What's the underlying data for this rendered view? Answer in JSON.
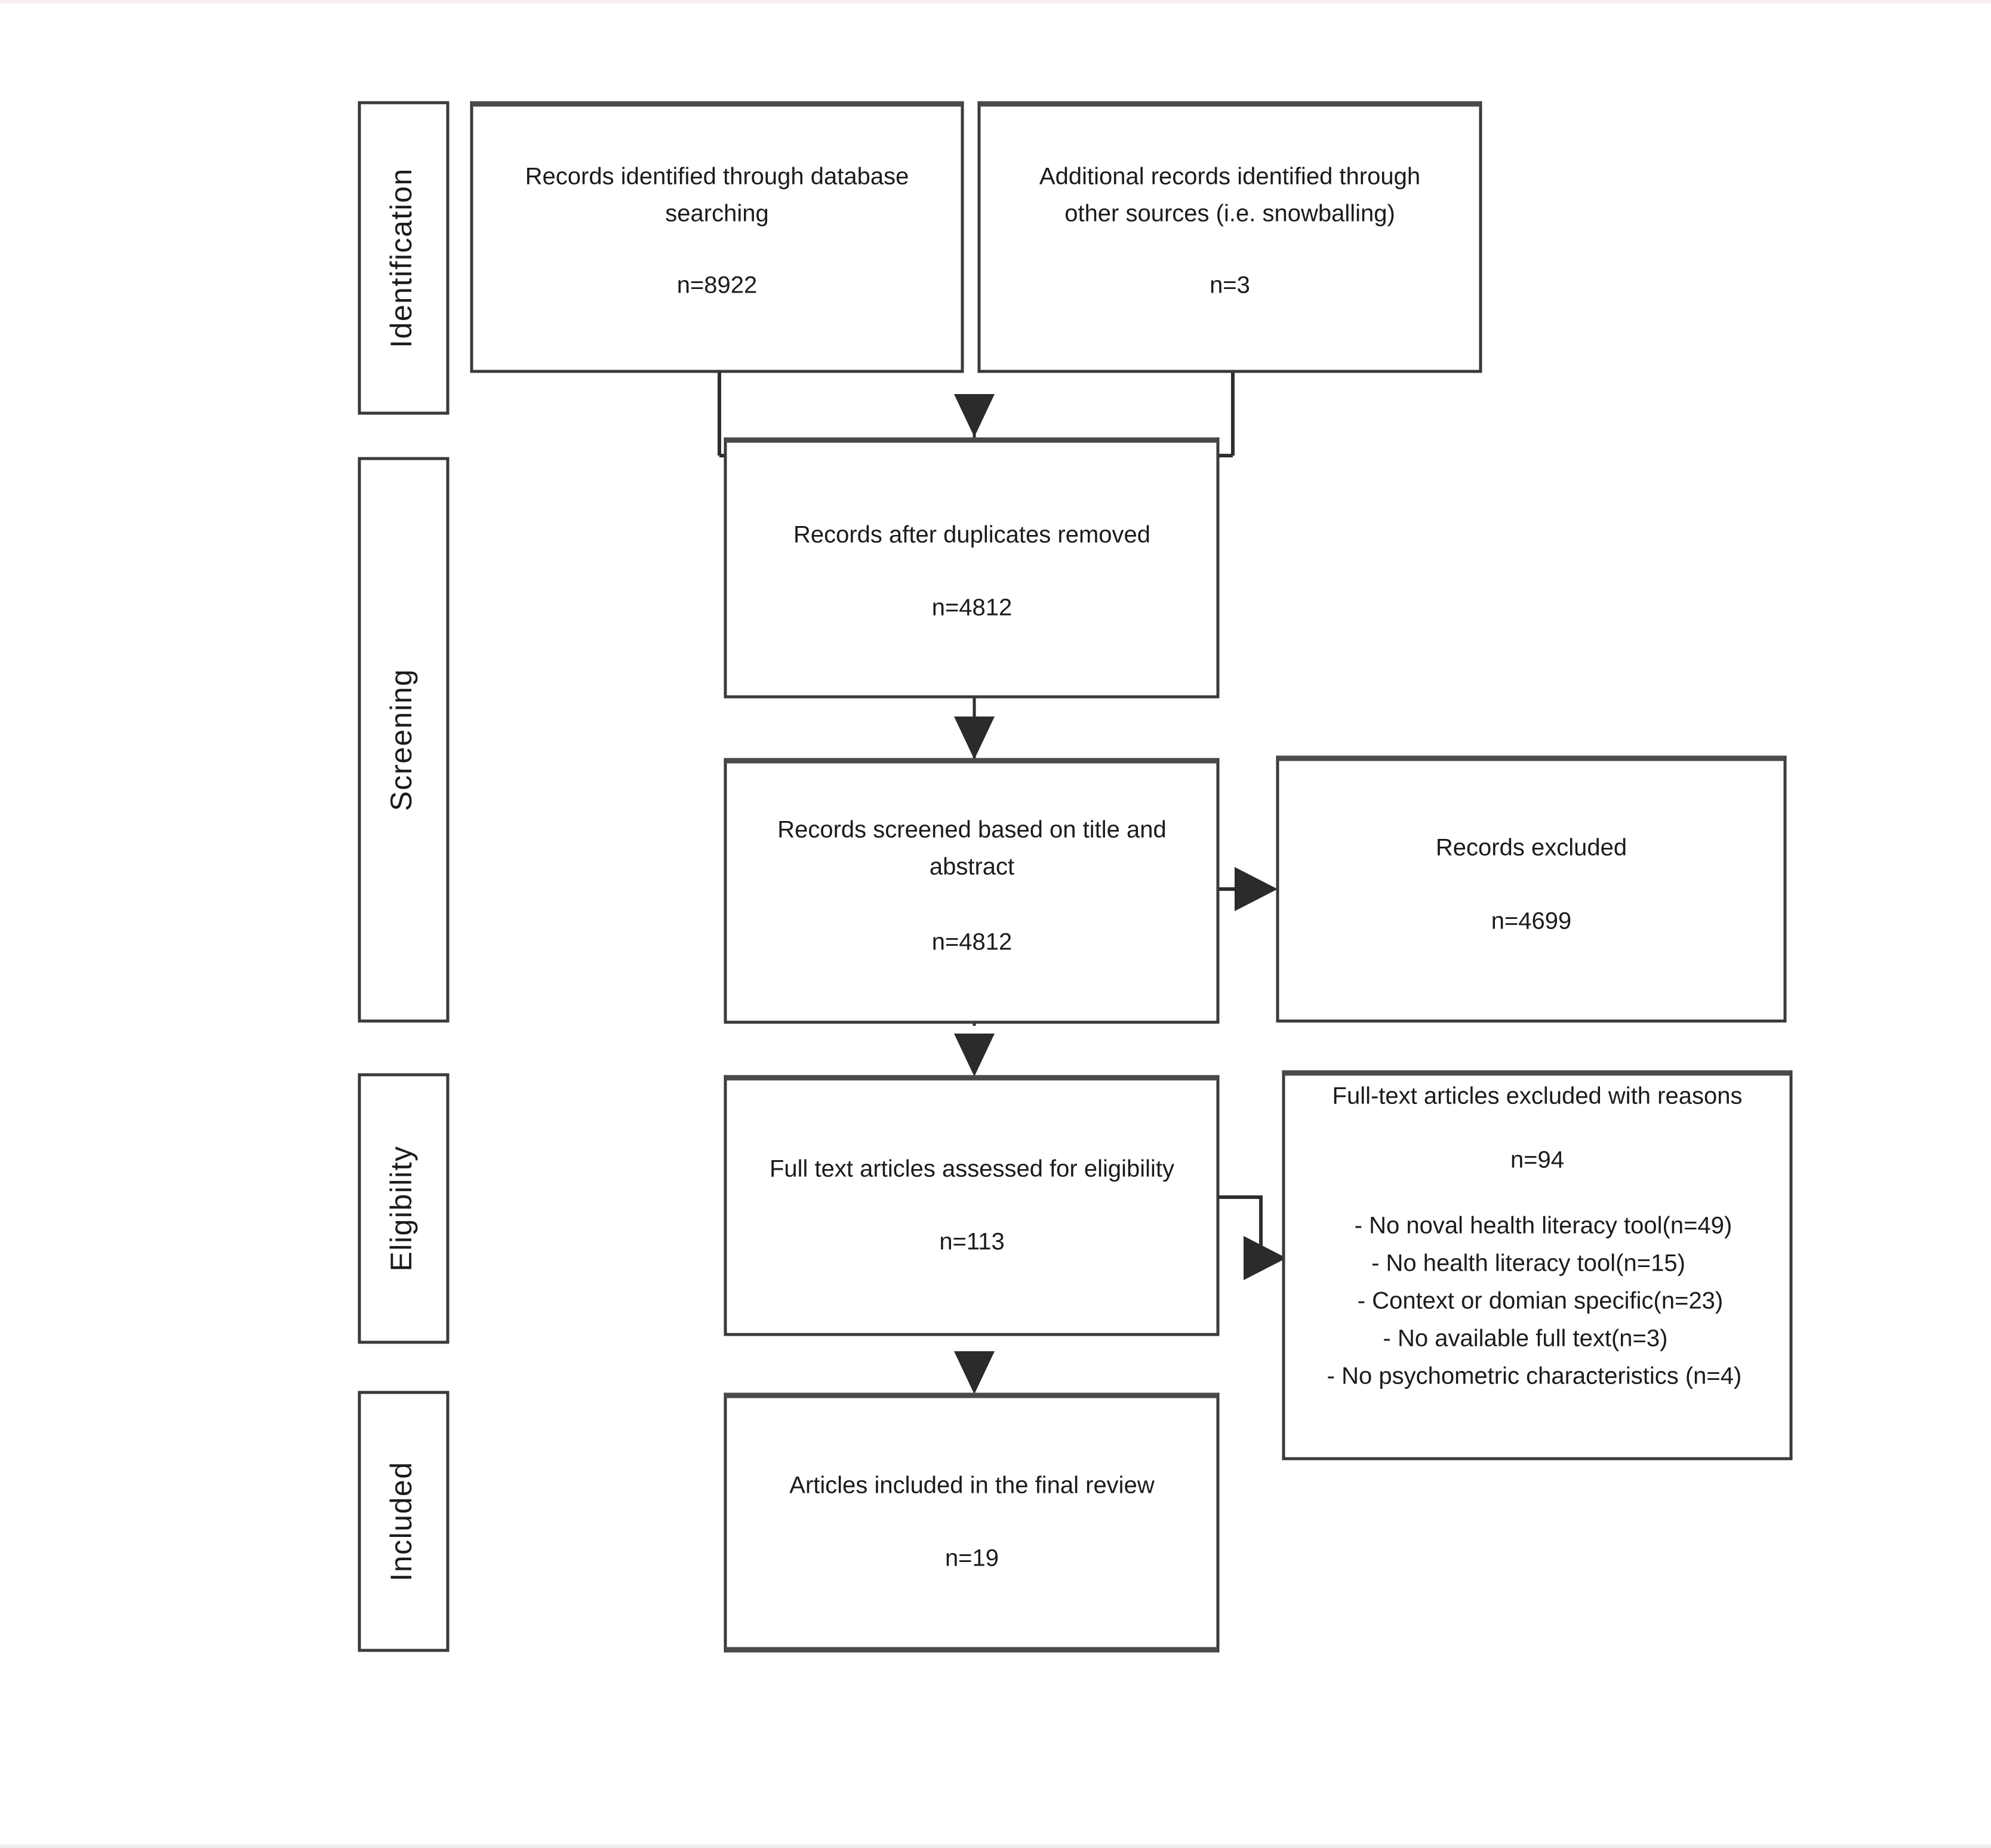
{
  "figure": {
    "type": "prisma-flow-diagram",
    "background_color": "#ffffff",
    "line_color": "#2e2e2e",
    "text_color": "#1b1b1b"
  },
  "stages": [
    {
      "id": "identification",
      "label": "Identification"
    },
    {
      "id": "screening",
      "label": "Screening"
    },
    {
      "id": "eligibility",
      "label": "Eligibility"
    },
    {
      "id": "included",
      "label": "Included"
    }
  ],
  "nodes": {
    "database_search": {
      "line1": "Records identified through database",
      "line2": "searching",
      "count": "n=8922"
    },
    "other_sources": {
      "line1": "Additional records identified through",
      "line2": "other sources (i.e. snowballing)",
      "count": "n=3"
    },
    "duplicates_removed": {
      "line1": "Records after duplicates removed",
      "count": "n=4812"
    },
    "records_screened": {
      "line1": "Records screened based on title and",
      "line2": "abstract",
      "count": "n=4812"
    },
    "records_excluded": {
      "line1": "Records excluded",
      "count": "n=4699"
    },
    "fulltext_assessed": {
      "line1": "Full text articles assessed for eligibility",
      "count": "n=113"
    },
    "fulltext_excluded": {
      "line1": "Full-text articles excluded with reasons",
      "count": "n=94",
      "reasons": [
        "- No noval health literacy tool(n=49)",
        "- No health literacy tool(n=15)",
        "- Context or domian specific(n=23)",
        "- No available full text(n=3)",
        "- No psychometric characteristics (n=4)"
      ]
    },
    "articles_included": {
      "line1": "Articles included in the final review",
      "count": "n=19"
    }
  }
}
